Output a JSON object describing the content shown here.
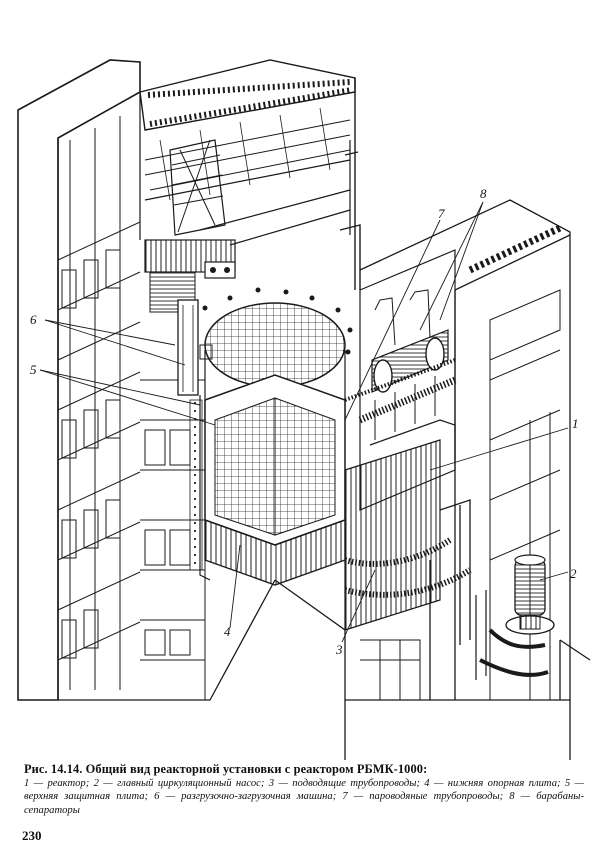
{
  "figure": {
    "callouts": [
      {
        "id": "1",
        "text": "1"
      },
      {
        "id": "2",
        "text": "2"
      },
      {
        "id": "3",
        "text": "3"
      },
      {
        "id": "4",
        "text": "4"
      },
      {
        "id": "5",
        "text": "5"
      },
      {
        "id": "6",
        "text": "6"
      },
      {
        "id": "7",
        "text": "7"
      },
      {
        "id": "8",
        "text": "8"
      }
    ]
  },
  "caption": {
    "title": "Рис. 14.14. Общий вид реакторной установки с реактором РБМК-1000:",
    "legend": "1 — реактор; 2 — главный циркуляционный насос; 3 — подводящие трубопроводы; 4 — нижняя опорная плита; 5 — верхняя защитная плита; 6 — разгрузочно-загрузочная машина; 7 — пароводяные трубопроводы; 8 — барабаны-сепараторы"
  },
  "page": {
    "number": "230"
  }
}
